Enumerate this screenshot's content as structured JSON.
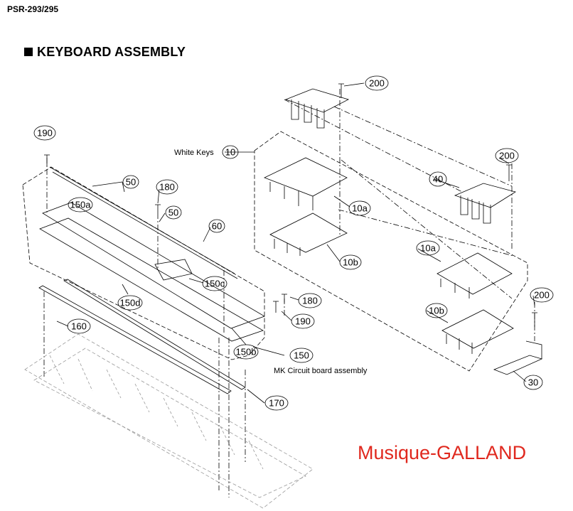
{
  "model": "PSR-293/295",
  "section_title": "KEYBOARD ASSEMBLY",
  "watermark": "Musique-GALLAND",
  "captions": {
    "white_keys": "White Keys",
    "mk_circuit": "MK Circuit board assembly"
  },
  "callouts": {
    "p200a": "200",
    "p190a": "190",
    "p10": "10",
    "p200b": "200",
    "p50a": "50",
    "p180a": "180",
    "p40": "40",
    "p150a": "150a",
    "p50b": "50",
    "p10a1": "10a",
    "p60": "60",
    "p10b1": "10b",
    "p10a2": "10a",
    "p150c": "150c",
    "p200c": "200",
    "p150d": "150d",
    "p180b": "180",
    "p190b": "190",
    "p10b2": "10b",
    "p160": "160",
    "p150": "150",
    "p150b": "150b",
    "p30": "30",
    "p170": "170"
  },
  "colors": {
    "watermark": "#e0281e",
    "lines": "#000000"
  }
}
